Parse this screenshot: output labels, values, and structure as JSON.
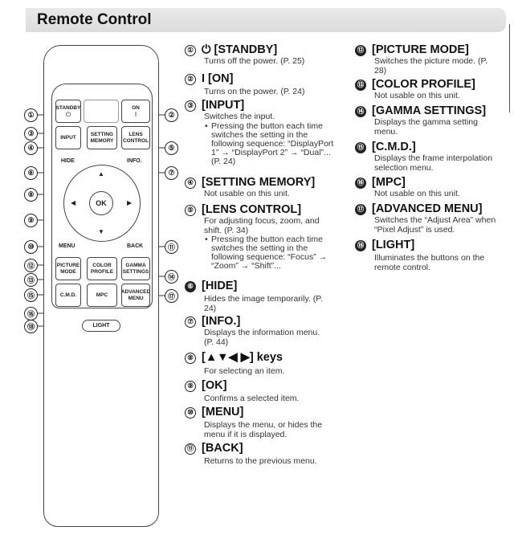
{
  "header": {
    "title": "Remote Control"
  },
  "remote": {
    "standby_label": "STANDBY",
    "standby_symbol": "⏻",
    "on_label": "ON",
    "on_symbol": "I",
    "input_label": "INPUT",
    "setting_memory_label": "SETTING MEMORY",
    "lens_control_label": "LENS CONTROL",
    "hide_label": "HIDE",
    "info_label": "INFO.",
    "ok_label": "OK",
    "menu_label": "MENU",
    "back_label": "BACK",
    "picture_mode_label": "PICTURE MODE",
    "color_profile_label": "COLOR PROFILE",
    "gamma_settings_label": "GAMMA SETTINGS",
    "cmd_label": "C.M.D.",
    "mpc_label": "MPC",
    "advanced_menu_label": "ADVANCED MENU",
    "light_label": "LIGHT"
  },
  "callouts": [
    "①",
    "②",
    "③",
    "④",
    "⑤",
    "⑥",
    "⑦",
    "⑧",
    "⑨",
    "⑩",
    "⑪",
    "⑫",
    "⑬",
    "⑭",
    "⑮",
    "⑯",
    "⑰",
    "⑱"
  ],
  "items": [
    {
      "num": "①",
      "title": "⏻ [STANDBY]",
      "desc": "Turns off the power. (P. 25)"
    },
    {
      "num": "②",
      "title": "I [ON]",
      "desc": "Turns on the power. (P. 24)"
    },
    {
      "num": "③",
      "title": "[INPUT]",
      "desc": "Switches the input.",
      "bullet": "Pressing the button each time switches the setting in the following sequence: “DisplayPort 1” → “DisplayPort 2” → “Dual”...(P. 24)"
    },
    {
      "num": "④",
      "title": "[SETTING MEMORY]",
      "desc": "Not usable on this unit."
    },
    {
      "num": "⑤",
      "title": "[LENS CONTROL]",
      "desc": "For adjusting focus, zoom, and shift. (P. 34)",
      "bullet": "Pressing the button each time switches the setting in the following sequence: “Focus” → “Zoom” → “Shift”..."
    },
    {
      "num": "⑥",
      "title": "[HIDE]",
      "desc": "Hides the image temporarily. (P. 24)"
    },
    {
      "num": "⑦",
      "title": "[INFO.]",
      "desc": "Displays the information menu. (P. 44)"
    },
    {
      "num": "⑧",
      "title": "[▲▼◀ ▶] keys",
      "desc": "For selecting an item."
    },
    {
      "num": "⑨",
      "title": "[OK]",
      "desc": "Confirms a selected item."
    },
    {
      "num": "⑩",
      "title": "[MENU]",
      "desc": "Displays the menu, or hides the menu if it is displayed."
    },
    {
      "num": "⑪",
      "title": "[BACK]",
      "desc": "Returns to the previous menu."
    },
    {
      "num": "⑫",
      "title": "[PICTURE MODE]",
      "desc": "Switches the picture mode. (P. 28)"
    },
    {
      "num": "⑬",
      "title": "[COLOR PROFILE]",
      "desc": "Not usable on this unit."
    },
    {
      "num": "⑭",
      "title": "[GAMMA SETTINGS]",
      "desc": "Displays the gamma setting menu."
    },
    {
      "num": "⑮",
      "title": "[C.M.D.]",
      "desc": "Displays the frame interpolation selection menu."
    },
    {
      "num": "⑯",
      "title": "[MPC]",
      "desc": "Not usable on this unit."
    },
    {
      "num": "⑰",
      "title": "[ADVANCED MENU]",
      "desc": "Switches the “Adjust Area” when “Pixel Adjust” is used."
    },
    {
      "num": "⑱",
      "title": "[LIGHT]",
      "desc": "Illuminates the buttons on the remote control."
    }
  ]
}
